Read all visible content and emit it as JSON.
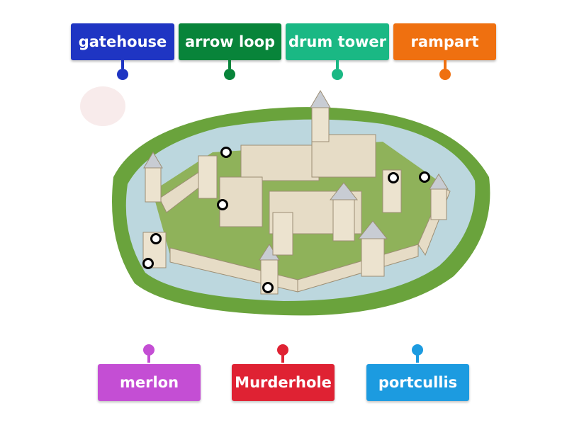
{
  "top_labels": [
    {
      "text": "gatehouse",
      "color": "#1f35c3"
    },
    {
      "text": "arrow loop",
      "color": "#08843a"
    },
    {
      "text": "drum tower",
      "color": "#1ab884"
    },
    {
      "text": "rampart",
      "color": "#ef7010"
    }
  ],
  "bottom_labels": [
    {
      "text": "merlon",
      "color": "#c44ed4"
    },
    {
      "text": "Murderhole",
      "color": "#df2233"
    },
    {
      "text": "portcullis",
      "color": "#1c9be0"
    }
  ],
  "diagram": {
    "subject": "castle-illustration",
    "hotspot_count": 7
  }
}
